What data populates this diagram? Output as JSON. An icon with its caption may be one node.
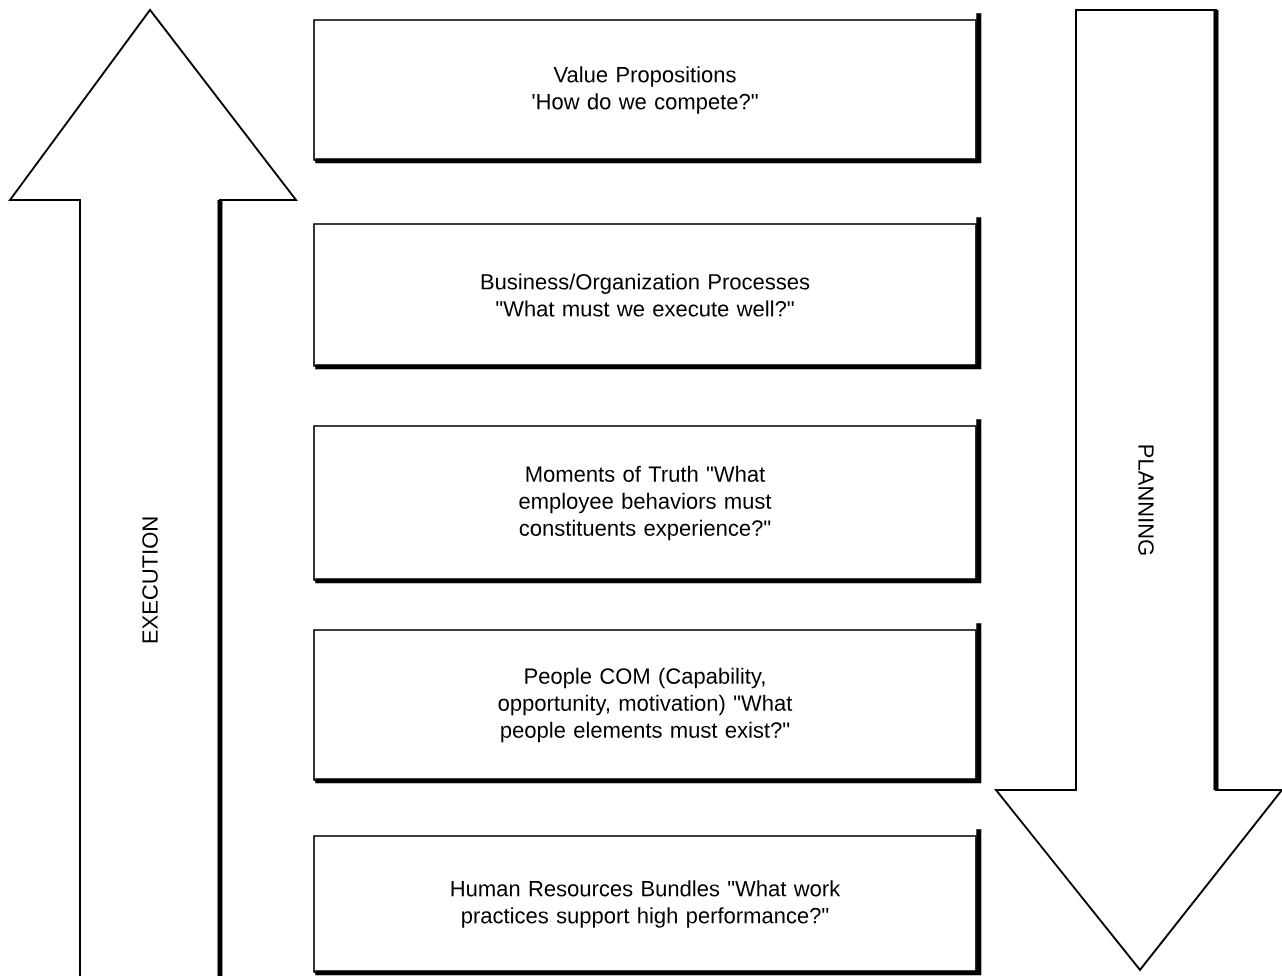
{
  "diagram": {
    "nodes": [
      {
        "text": [
          "Value Propositions 'How do we compete?\""
        ]
      },
      {
        "text": [
          "Business/Organization Processes \"What must we execute well?\""
        ]
      },
      {
        "text": [
          "Moments of Truth \"What employee behaviors must constituents experience?\""
        ]
      },
      {
        "text": [
          "People COM (Capability, opportunity, motivation) \"What people elements must exist?\""
        ]
      },
      {
        "text": [
          "Human Resources Bundles \"What work practices support high performance?\""
        ]
      },
      {
        "text": [
          "EXECUTION"
        ]
      },
      {
        "text": [
          "PLANNING"
        ]
      }
    ]
  }
}
